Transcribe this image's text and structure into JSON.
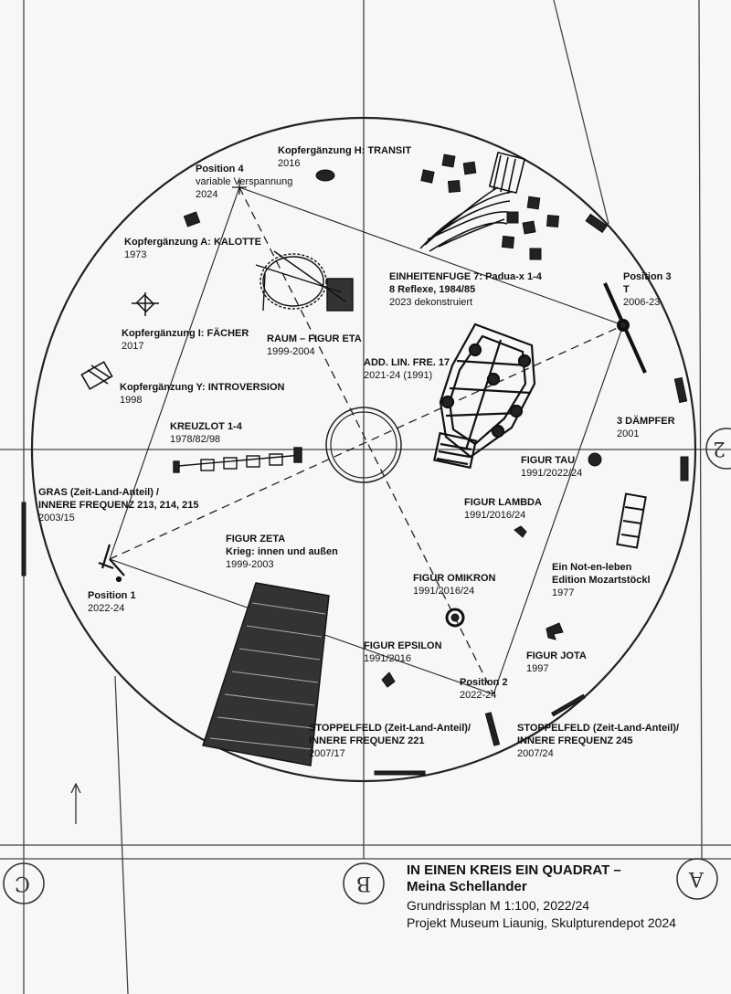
{
  "plan": {
    "works": [
      {
        "title": "Kopfergänzung H: TRANSIT",
        "lines": [
          "2016"
        ]
      },
      {
        "title": "Position 4",
        "lines": [
          "variable Verspannung",
          "2024"
        ]
      },
      {
        "title": "Kopfergänzung A: KALOTTE",
        "lines": [
          "1973"
        ]
      },
      {
        "title": "EINHEITENFUGE 7: Padua-x 1-4",
        "lines": [
          "8 Reflexe, 1984/85",
          "2023 dekonstruiert"
        ]
      },
      {
        "title": "Position 3",
        "lines": [
          "T",
          "2006-23"
        ]
      },
      {
        "title": "Kopfergänzung I: FÄCHER",
        "lines": [
          "2017"
        ]
      },
      {
        "title": "RAUM – FIGUR ETA",
        "lines": [
          "1999-2004"
        ]
      },
      {
        "title": "ADD. LIN. FRE. 17",
        "lines": [
          "2021-24 (1991)"
        ]
      },
      {
        "title": "Kopfergänzung Y: INTROVERSION",
        "lines": [
          "1998"
        ]
      },
      {
        "title": "3 DÄMPFER",
        "lines": [
          "2001"
        ]
      },
      {
        "title": "KREUZLOT 1-4",
        "lines": [
          "1978/82/98"
        ]
      },
      {
        "title": "FIGUR TAU",
        "lines": [
          "1991/2022/24"
        ]
      },
      {
        "title": "GRAS (Zeit-Land-Anteil) /",
        "lines": [
          "INNERE FREQUENZ 213, 214, 215",
          "2003/15"
        ]
      },
      {
        "title": "FIGUR LAMBDA",
        "lines": [
          "1991/2016/24"
        ]
      },
      {
        "title": "FIGUR ZETA",
        "lines": [
          "Krieg: innen und außen",
          "1999-2003"
        ]
      },
      {
        "title": "Ein Not-en-leben",
        "lines": [
          "Edition Mozartstöckl",
          "1977"
        ]
      },
      {
        "title": "FIGUR OMIKRON",
        "lines": [
          "1991/2016/24"
        ]
      },
      {
        "title": "Position 1",
        "lines": [
          "2022-24"
        ]
      },
      {
        "title": "FIGUR EPSILON",
        "lines": [
          "1991/2016"
        ]
      },
      {
        "title": "FIGUR JOTA",
        "lines": [
          "1997"
        ]
      },
      {
        "title": "Position 2",
        "lines": [
          "2022-24"
        ]
      },
      {
        "title": "STOPPELFELD (Zeit-Land-Anteil)/",
        "lines": [
          "INNERE FREQUENZ 221",
          "2007/17"
        ]
      },
      {
        "title": "STOPPELFELD (Zeit-Land-Anteil)/",
        "lines": [
          "INNERE FREQUENZ 245",
          "2007/24"
        ]
      }
    ],
    "axis_marks": [
      "C",
      "B",
      "A",
      "2"
    ]
  },
  "info": {
    "title_line1": "IN EINEN KREIS EIN QUADRAT –",
    "title_line2": "Meina Schellander",
    "line3": "Grundrissplan M 1:100, 2022/24",
    "line4": "Projekt Museum Liaunig, Skulpturendepot 2024"
  },
  "colors": {
    "ink": "#111111",
    "paper": "#f7f7f5",
    "pencil": "#444444"
  }
}
